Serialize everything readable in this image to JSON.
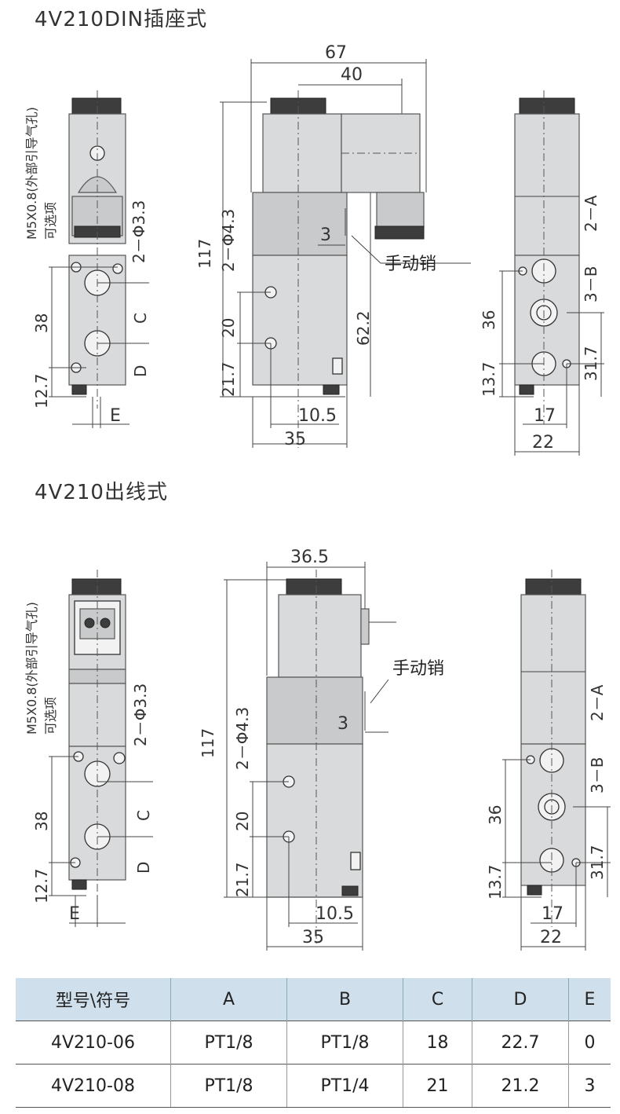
{
  "sections": [
    {
      "title": "4V210DIN插座式"
    },
    {
      "title": "4V210出线式"
    }
  ],
  "labels": {
    "d67": "67",
    "d40": "40",
    "d117": "117",
    "d4_3": "2－Φ4.3",
    "d3_3": "2－Φ3.3",
    "d38": "38",
    "d12_7": "12.7",
    "dE": "E",
    "dC": "C",
    "dD": "D",
    "m5": "M5X0.8(外部引导气孔)",
    "optional": "可选项",
    "d3": "3",
    "manual": "手动销",
    "d62_2": "62.2",
    "d20": "20",
    "d21_7": "21.7",
    "d10_5": "10.5",
    "d35": "35",
    "d2A": "2－A",
    "d3B": "3－B",
    "d36": "36",
    "d13_7": "13.7",
    "d31_7": "31.7",
    "d17": "17",
    "d22": "22",
    "d36_5": "36.5"
  },
  "table": {
    "headers": [
      "型号\\符号",
      "A",
      "B",
      "C",
      "D",
      "E"
    ],
    "rows": [
      [
        "4V210-06",
        "PT1/8",
        "PT1/8",
        "18",
        "22.7",
        "0"
      ],
      [
        "4V210-08",
        "PT1/8",
        "PT1/4",
        "21",
        "21.2",
        "3"
      ]
    ]
  }
}
